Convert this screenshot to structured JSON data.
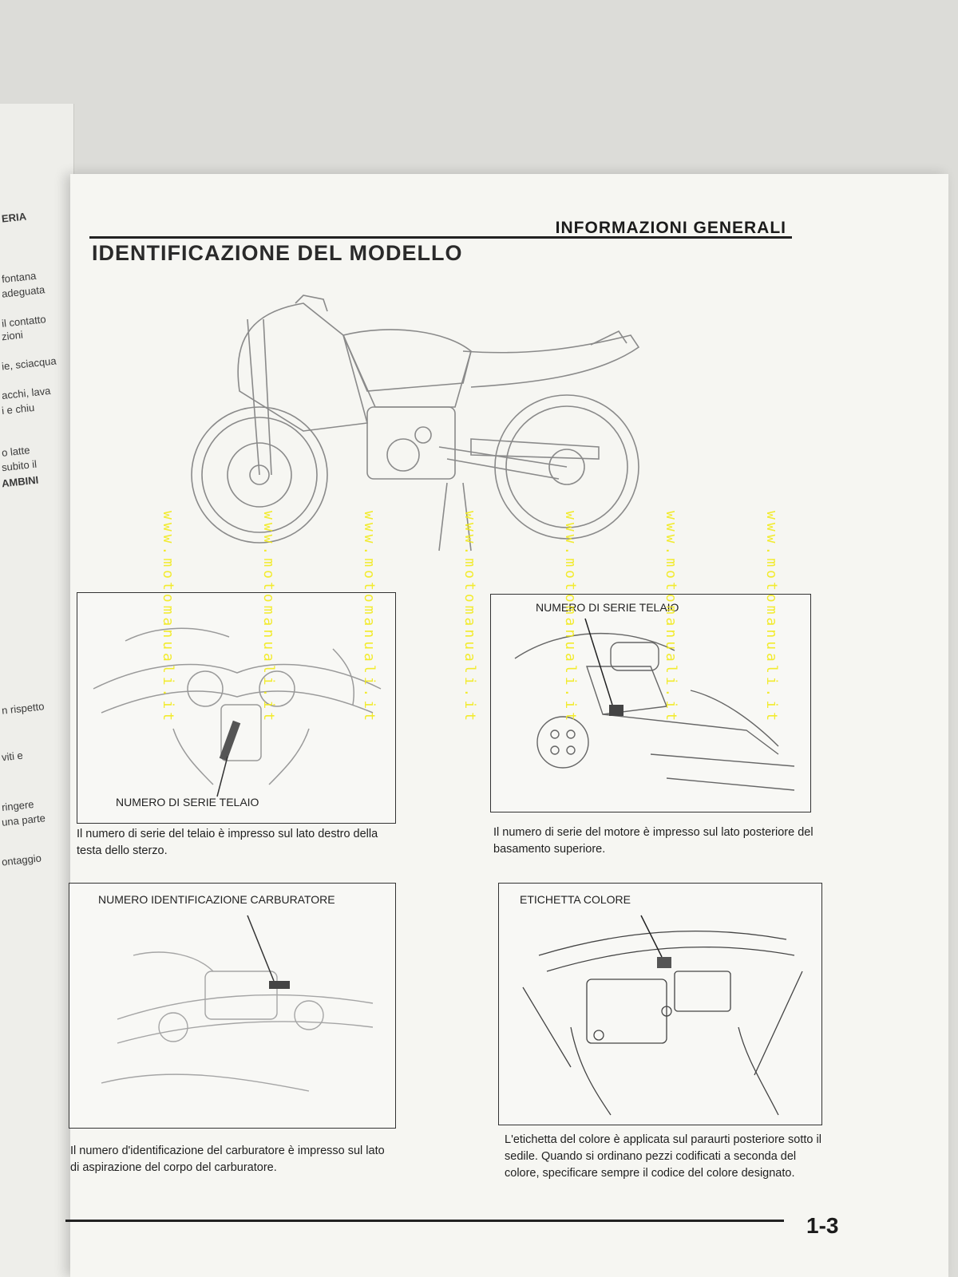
{
  "header": {
    "section_title": "INFORMAZIONI GENERALI",
    "page_title": "IDENTIFICAZIONE DEL MODELLO"
  },
  "previous_page_fragments": [
    "ERIA",
    "fontana",
    "adeguata",
    "il contatto",
    "zioni",
    "ie, sciacqua",
    "acchi, lava",
    "i e chiu",
    "o latte",
    "subito il",
    "AMBINI",
    "n rispetto",
    "viti e",
    "ringere",
    "una parte",
    "ontaggio"
  ],
  "figures": {
    "frame_left": {
      "label": "NUMERO DI SERIE TELAIO",
      "caption": "Il numero di serie del telaio è impresso sul lato destro della testa dello sterzo."
    },
    "engine": {
      "label": "NUMERO DI SERIE TELAIO",
      "caption": "Il numero di serie del motore è impresso sul lato posteriore del basamento superiore."
    },
    "carburetor": {
      "label": "NUMERO IDENTIFICAZIONE CARBURATORE",
      "caption": "Il numero d'identificazione del carburatore è impresso sul lato di aspirazione del corpo del carburatore."
    },
    "color_label": {
      "label": "ETICHETTA COLORE",
      "caption": "L'etichetta del colore è applicata sul paraurti posteriore sotto il sedile. Quando si ordinano pezzi codificati a seconda del colore, specificare sempre il codice del colore designato."
    }
  },
  "watermark": "www.motomanuali.it",
  "footer": {
    "page_number": "1-3"
  }
}
